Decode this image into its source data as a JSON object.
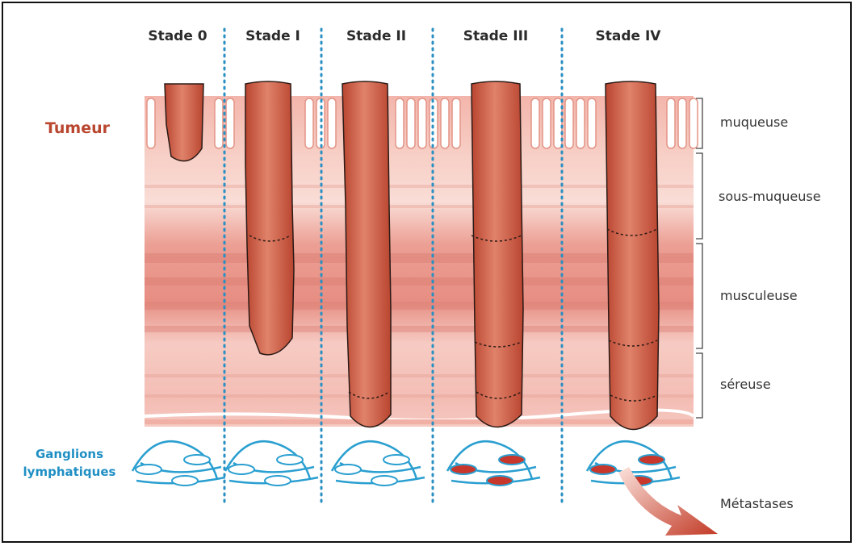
{
  "stages": [
    {
      "label": "Stade 0",
      "depth_layer": "muqueuse",
      "lymph_involved": false,
      "metastasis": false
    },
    {
      "label": "Stade I",
      "depth_layer": "musculeuse",
      "lymph_involved": false,
      "metastasis": false
    },
    {
      "label": "Stade II",
      "depth_layer": "séreuse",
      "lymph_involved": false,
      "metastasis": false
    },
    {
      "label": "Stade III",
      "depth_layer": "séreuse",
      "lymph_involved": true,
      "metastasis": false
    },
    {
      "label": "Stade IV",
      "depth_layer": "séreuse",
      "lymph_involved": true,
      "metastasis": true
    }
  ],
  "layers": [
    {
      "label": "muqueuse"
    },
    {
      "label": "sous-muqueuse"
    },
    {
      "label": "musculeuse"
    },
    {
      "label": "séreuse"
    }
  ],
  "tumeur_label": "Tumeur",
  "ganglions_label_line1": "Ganglions",
  "ganglions_label_line2": "lymphatiques",
  "metastases_label": "Métastases",
  "colors": {
    "tumor": "#c8553f",
    "tissue_light": "#f4c8c0",
    "tissue_dark": "#e8978c",
    "separator": "#2a8fc2",
    "lymph": "#2a9fd0",
    "tumeur_text": "#b9462e",
    "ganglions_text": "#1f8fc3"
  }
}
